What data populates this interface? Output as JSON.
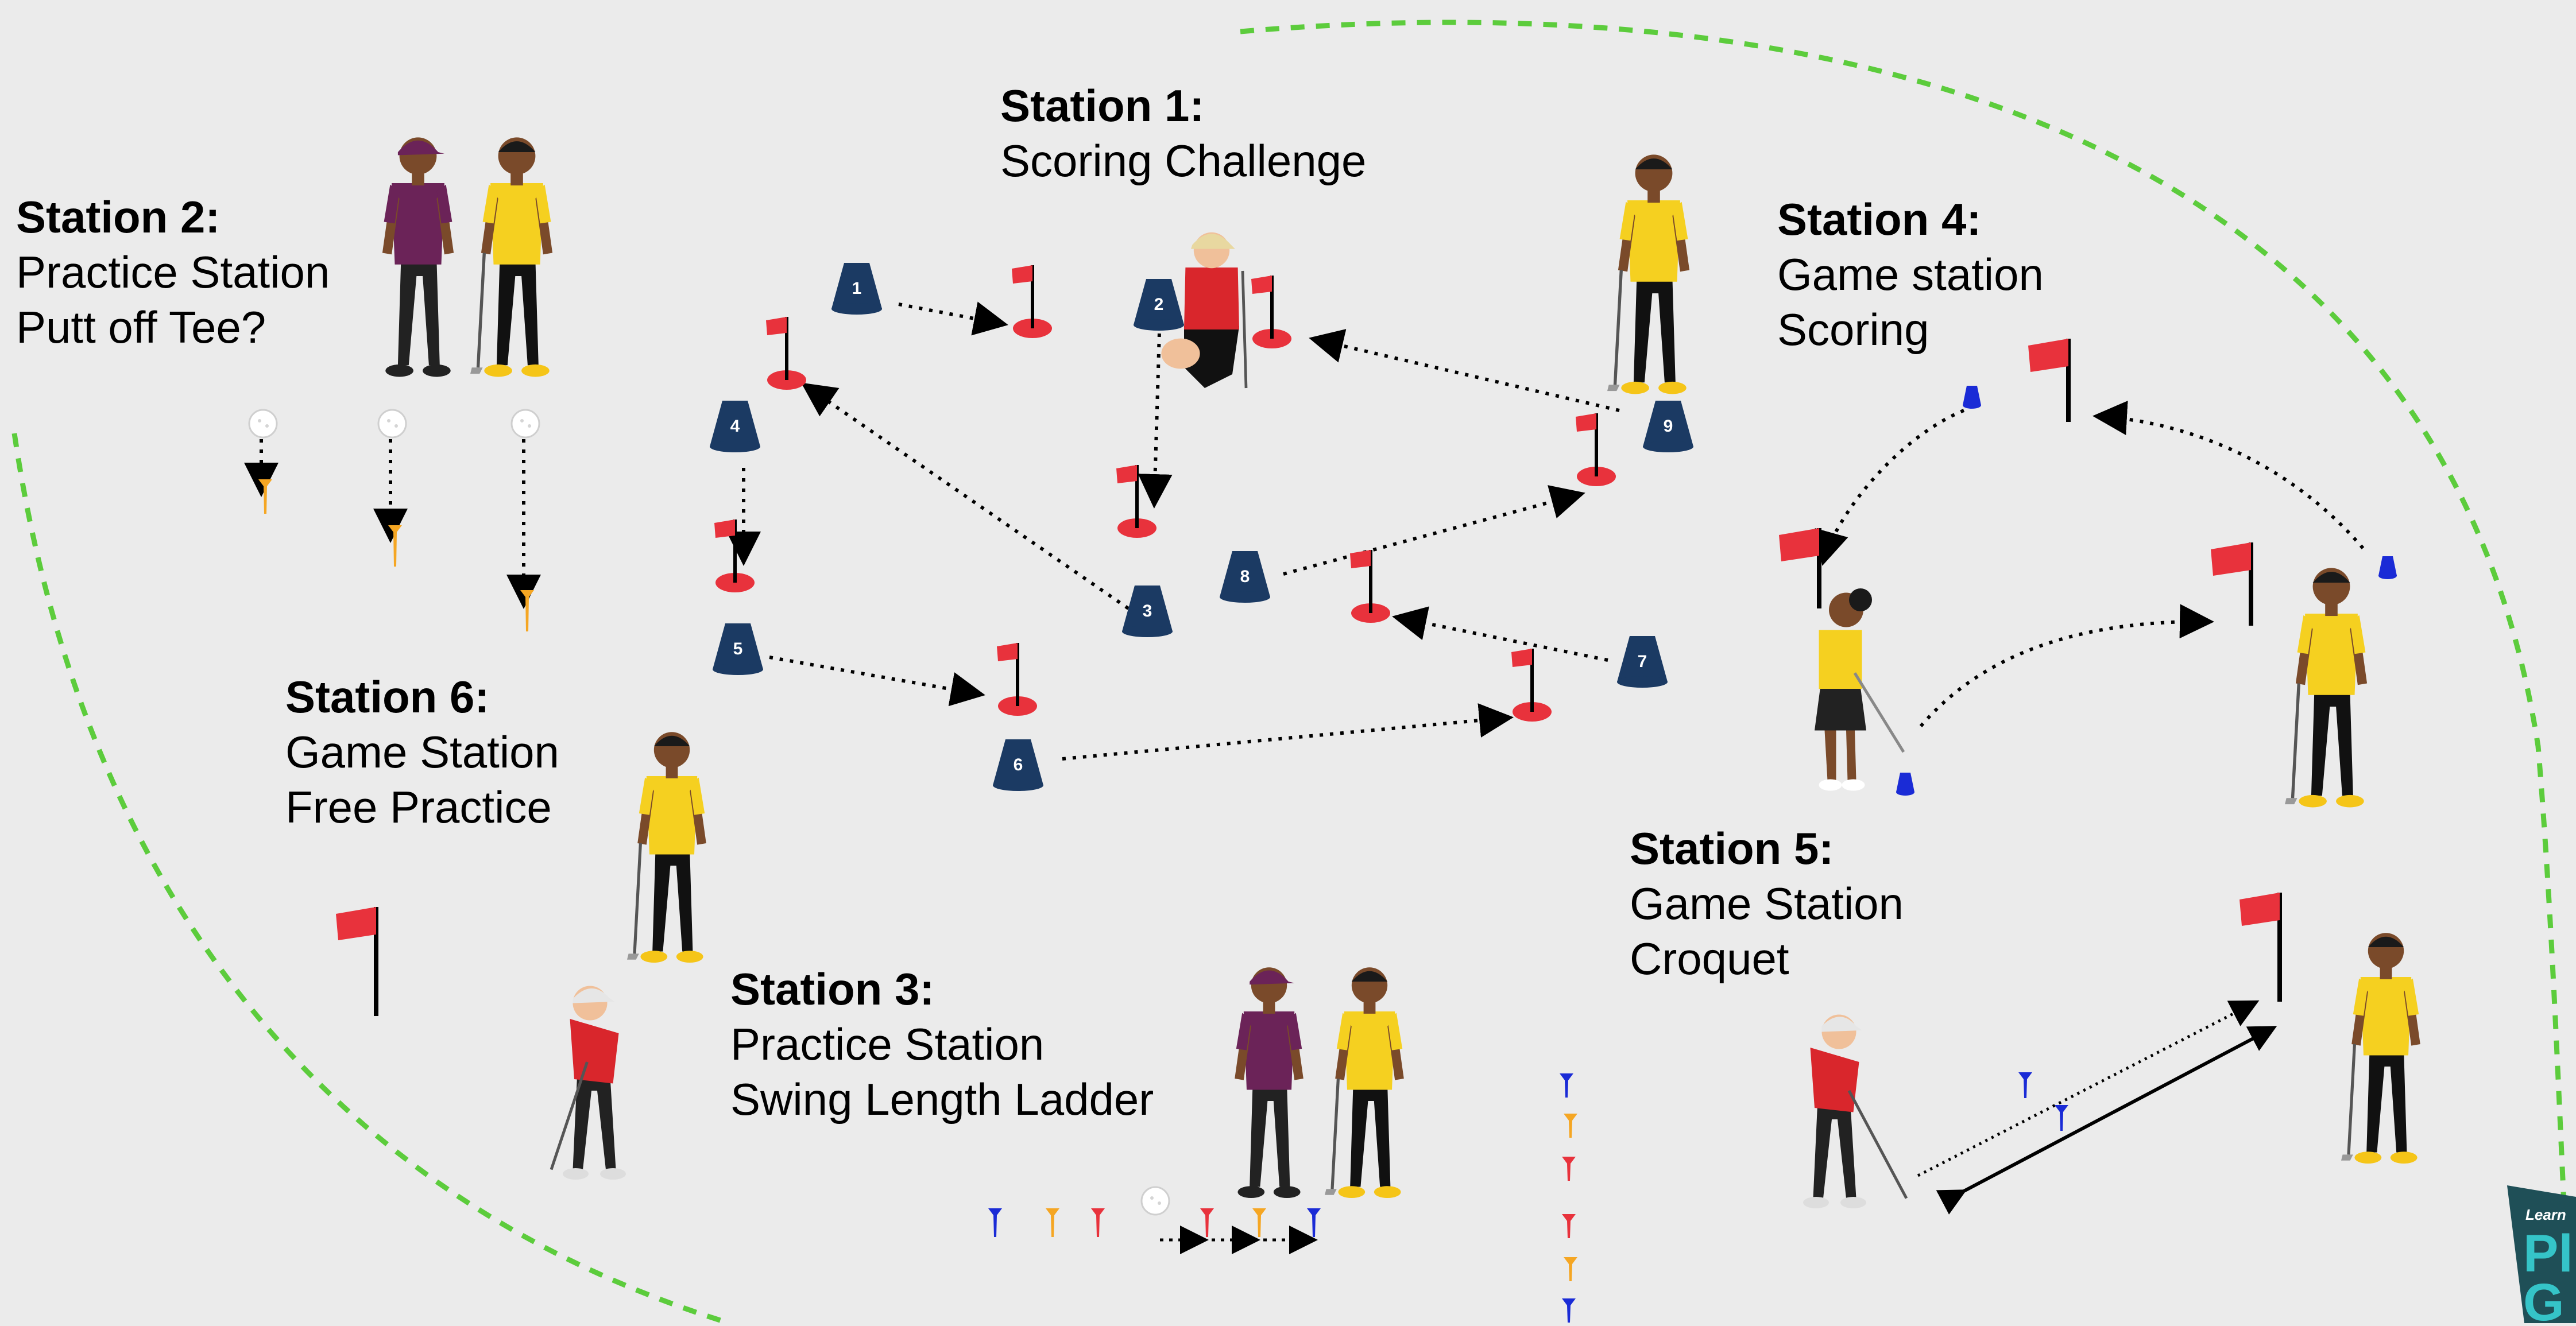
{
  "stations": [
    {
      "id": "station-1",
      "title": "Station 1:",
      "lines": [
        "Scoring Challenge"
      ]
    },
    {
      "id": "station-2",
      "title": "Station 2:",
      "lines": [
        "Practice Station",
        "Putt off Tee?"
      ]
    },
    {
      "id": "station-3",
      "title": "Station 3:",
      "lines": [
        "Practice Station",
        "Swing Length Ladder"
      ]
    },
    {
      "id": "station-4",
      "title": "Station 4:",
      "lines": [
        "Game station",
        "Scoring"
      ]
    },
    {
      "id": "station-5",
      "title": "Station 5:",
      "lines": [
        "Game Station",
        "Croquet"
      ]
    },
    {
      "id": "station-6",
      "title": "Station 6:",
      "lines": [
        "Game Station",
        "Free Practice"
      ]
    }
  ],
  "cone_numbers": [
    "1",
    "2",
    "3",
    "4",
    "5",
    "6",
    "7",
    "8",
    "9"
  ],
  "logo": {
    "text_small": "Learn",
    "text_large_1": "Pl",
    "text_large_2": "G"
  },
  "colors": {
    "background": "#ebebeb",
    "boundary": "#5ccc3c",
    "flag": "#e8323c",
    "cone_navy": "#1b3a63",
    "cone_blue": "#1a2bd6",
    "tee_orange": "#f5a623",
    "shirt_yellow": "#f5d020",
    "shirt_red": "#d9262c",
    "shirt_purple": "#6b2358",
    "logo_bg": "#1f4f57",
    "logo_text": "#35c4c8"
  },
  "icons": [
    "cone-icon",
    "flag-icon",
    "golfer-icon",
    "coach-icon",
    "tee-icon",
    "ball-icon",
    "blue-marker-icon"
  ]
}
